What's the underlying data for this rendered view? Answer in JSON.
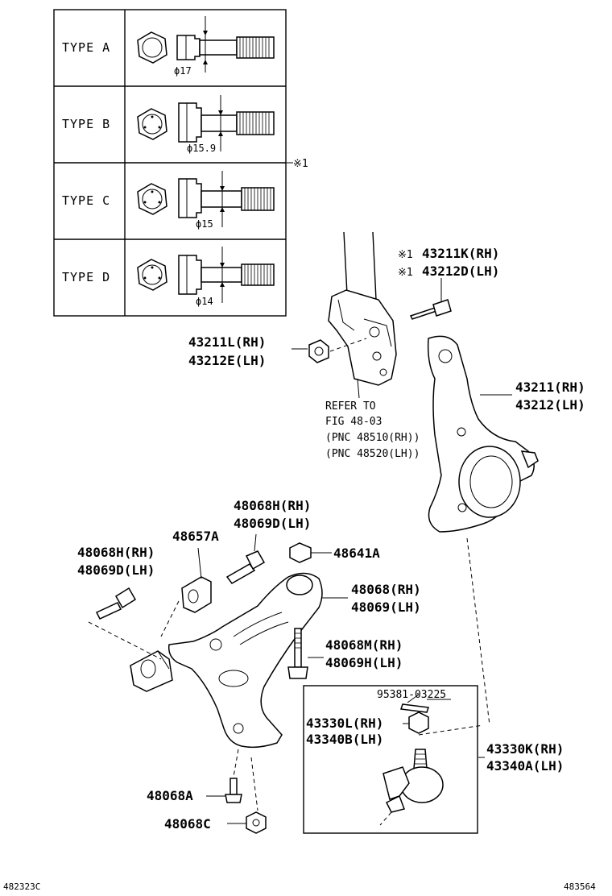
{
  "stud_table": {
    "rows": [
      {
        "type_label": "TYPE A",
        "diameter": "ϕ17"
      },
      {
        "type_label": "TYPE B",
        "diameter": "ϕ15.9"
      },
      {
        "type_label": "TYPE C",
        "diameter": "ϕ15"
      },
      {
        "type_label": "TYPE D",
        "diameter": "ϕ14"
      }
    ],
    "note_mark": "※1"
  },
  "callouts": {
    "bolt_rh": {
      "mark": "※1",
      "text": "43211K(RH)"
    },
    "bolt_lh": {
      "mark": "※1",
      "text": "43212D(LH)"
    },
    "nut_rh": "43211L(RH)",
    "nut_lh": "43212E(LH)",
    "knuckle_rh": "43211(RH)",
    "knuckle_lh": "43212(LH)",
    "refer_1": "REFER TO",
    "refer_2": "FIG 48-03",
    "refer_3": "(PNC 48510(RH))",
    "refer_4": "(PNC 48520(LH))",
    "bolt_48068h_top": "48068H(RH)",
    "bolt_48069d_top": "48069D(LH)",
    "bracket_48657a": "48657A",
    "nut_48641a": "48641A",
    "bolt_48068h_left": "48068H(RH)",
    "bolt_48069d_left": "48069D(LH)",
    "arm_rh": "48068(RH)",
    "arm_lh": "48069(LH)",
    "bolt_48068m": "48068M(RH)",
    "bolt_48069h": "48069H(LH)",
    "pin_95381": "95381-03225",
    "nut_43330l": "43330L(RH)",
    "nut_43340b": "43340B(LH)",
    "joint_rh": "43330K(RH)",
    "joint_lh": "43340A(LH)",
    "bolt_48068a": "48068A",
    "nut_48068c": "48068C"
  },
  "footer": {
    "left_code": "482323C",
    "right_code": "483564"
  }
}
